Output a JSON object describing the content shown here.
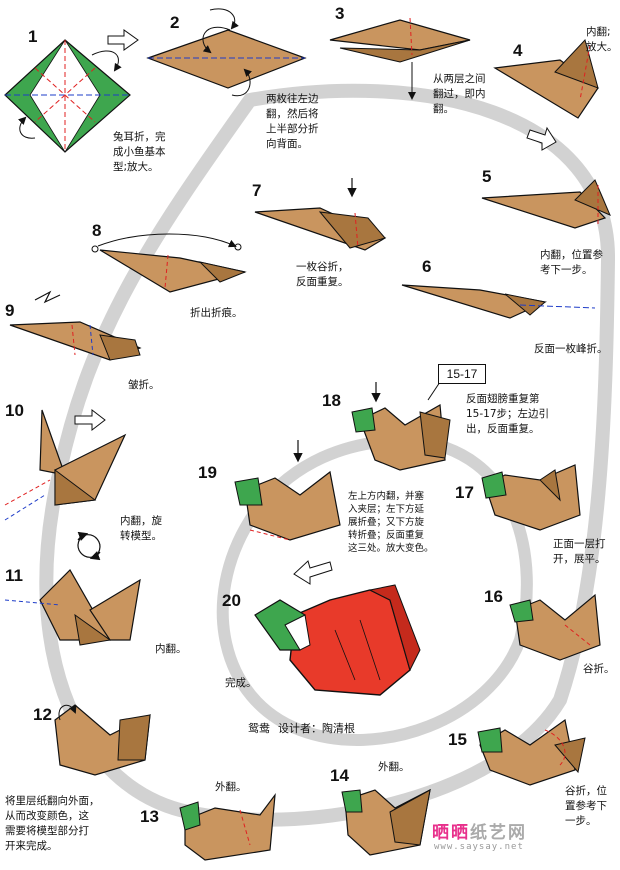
{
  "colors": {
    "paper": "#c9955f",
    "paper_dark": "#a8763f",
    "green": "#3ea64e",
    "red": "#e83a2a",
    "guide_ring": "#d2d2d2",
    "crease_red": "#e02020",
    "crease_blue": "#1e3cc8"
  },
  "steps": [
    {
      "num": "1",
      "caption": [
        "兔耳折，完",
        "成小鱼基本",
        "型;放大。"
      ]
    },
    {
      "num": "2",
      "caption": [
        "两枚往左边",
        "翻，然后将",
        "上半部分折",
        "向背面。"
      ]
    },
    {
      "num": "3",
      "caption": [
        "从两层之间",
        "翻过，即内",
        "翻。"
      ]
    },
    {
      "num": "4",
      "caption": [
        "内翻;",
        "放大。"
      ]
    },
    {
      "num": "5",
      "caption": [
        "内翻，位置参",
        "考下一步。"
      ]
    },
    {
      "num": "6",
      "caption": [
        "反面一枚峰折。"
      ]
    },
    {
      "num": "7",
      "caption": [
        "一枚谷折，",
        "反面重复。"
      ]
    },
    {
      "num": "8",
      "caption": [
        "折出折痕。"
      ]
    },
    {
      "num": "9",
      "caption": [
        "皱折。"
      ]
    },
    {
      "num": "10",
      "caption": [
        "内翻，旋",
        "转模型。"
      ]
    },
    {
      "num": "11",
      "caption": [
        "内翻。"
      ]
    },
    {
      "num": "12",
      "caption": [
        "将里层纸翻向外面，",
        "从而改变颜色，这",
        "需要将模型部分打",
        "开来完成。"
      ]
    },
    {
      "num": "13",
      "caption": [
        "外翻。"
      ]
    },
    {
      "num": "14",
      "caption": [
        "外翻。"
      ]
    },
    {
      "num": "15",
      "caption": [
        "谷折，位",
        "置参考下",
        "一步。"
      ]
    },
    {
      "num": "16",
      "caption": [
        "谷折。"
      ]
    },
    {
      "num": "17",
      "caption": [
        "正面一层打",
        "开，展平。"
      ]
    },
    {
      "num": "18",
      "caption": [
        "反面翅膀重复第",
        "15-17步；左边引",
        "出，反面重复。"
      ]
    },
    {
      "num": "19",
      "caption": [
        "左上方内翻，并塞",
        "入夹层；左下方延",
        "展折叠；又下方旋",
        "转折叠；反面重复",
        "这三处。放大变色。"
      ]
    },
    {
      "num": "20",
      "caption": [
        "完成。"
      ]
    }
  ],
  "boxed_label": "15-17",
  "credit": {
    "name": "鸳鸯",
    "designer_label": "设计者：",
    "designer": "陶清根"
  },
  "logo": {
    "part1": "晒晒",
    "part2": "纸艺网",
    "url": "www.saysay.net"
  }
}
